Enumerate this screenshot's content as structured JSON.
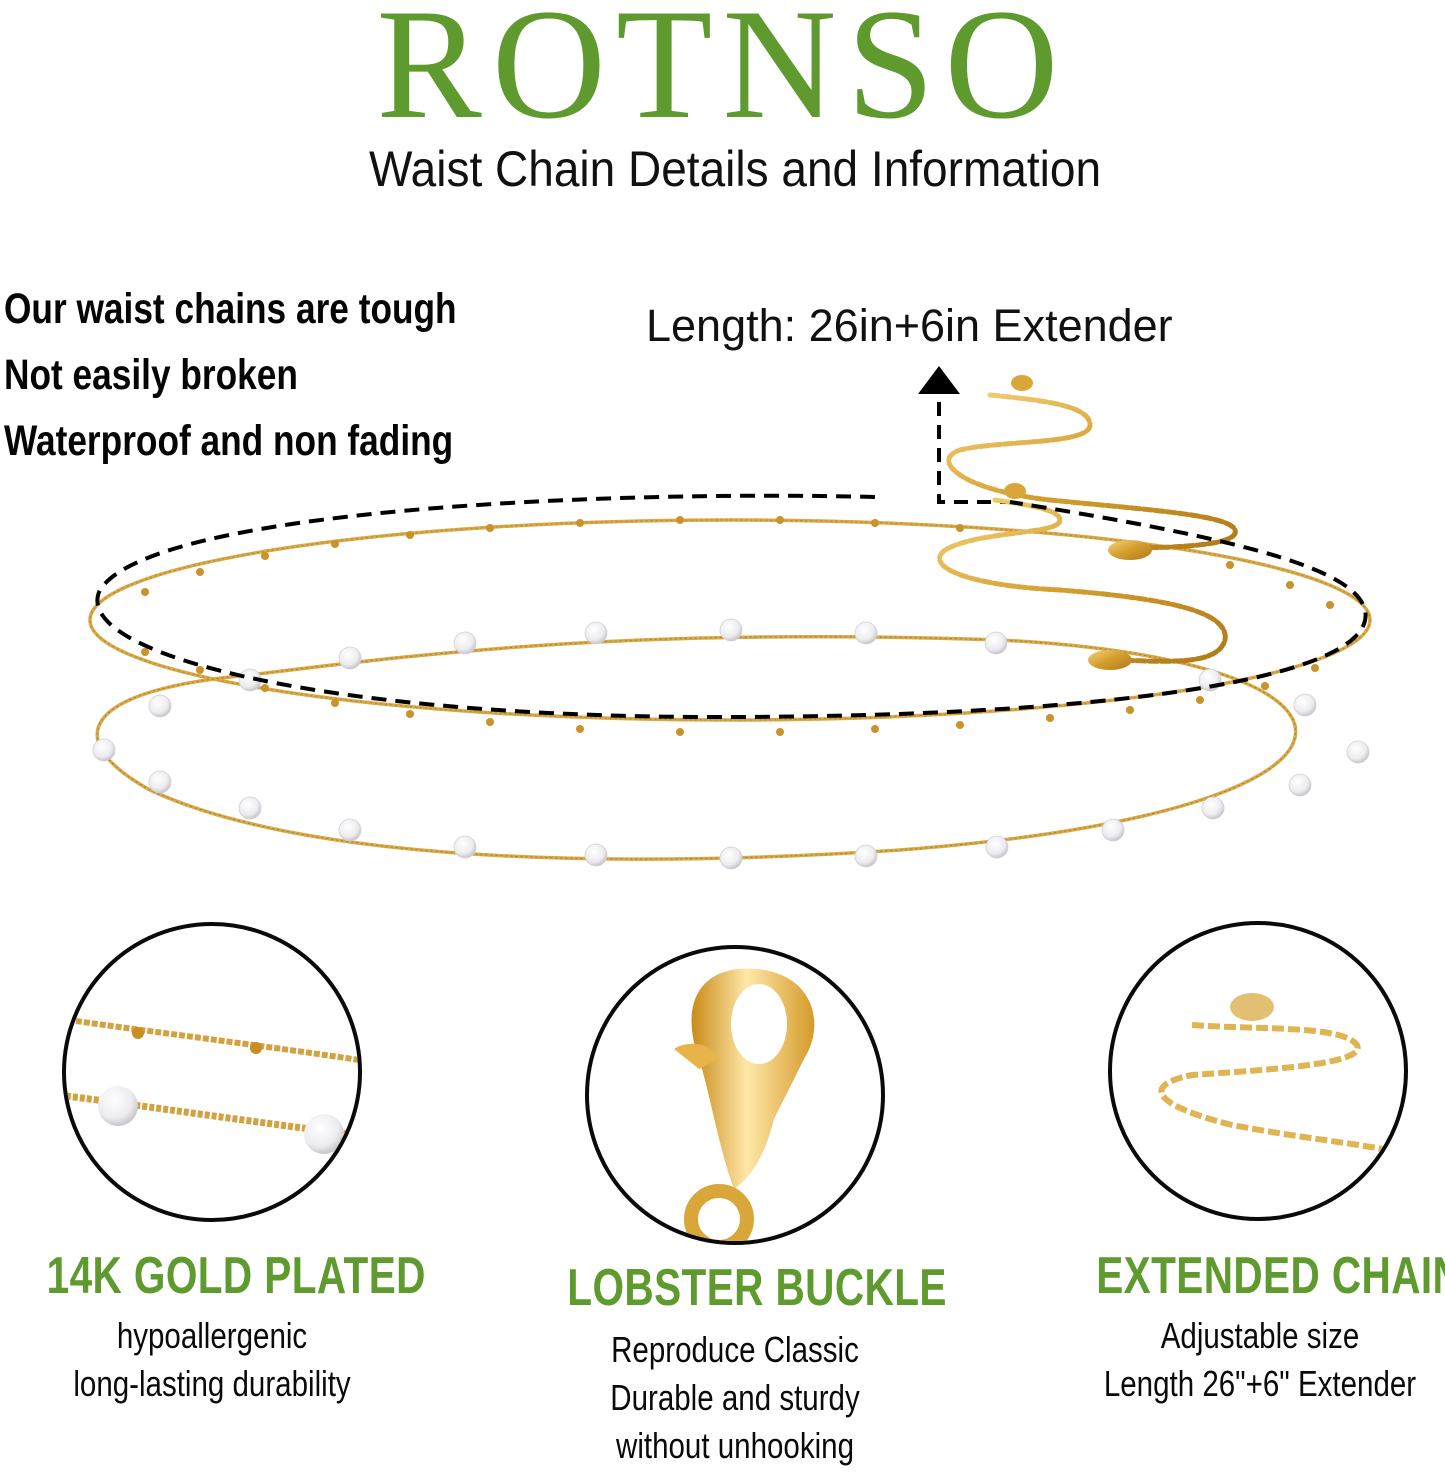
{
  "header": {
    "brand": "ROTNSO",
    "subtitle": "Waist Chain Details and Information"
  },
  "features": [
    "Our waist chains are tough",
    "Not easily broken",
    "Waterproof and non fading"
  ],
  "product_image": {
    "length_label": "Length: 26in+6in Extender",
    "arrow_icon": "up-triangle-arrow"
  },
  "cards": [
    {
      "title": "14K GOLD PLATED",
      "lines": [
        "hypoallergenic",
        "long-lasting durability"
      ],
      "image": "gold-chain-pearl-closeup"
    },
    {
      "title": "LOBSTER BUCKLE",
      "lines": [
        "Reproduce Classic",
        "Durable and sturdy",
        "without unhooking"
      ],
      "image": "lobster-clasp-closeup"
    },
    {
      "title": "EXTENDED CHAIN",
      "lines": [
        "Adjustable size",
        "Length 26\"+6\" Extender"
      ],
      "image": "extender-chain-closeup"
    }
  ],
  "colors": {
    "brand_green": "#5E9A2E",
    "text_black": "#0A0A0A",
    "gold": "#D9A63A",
    "pearl": "#F2F2F4"
  }
}
